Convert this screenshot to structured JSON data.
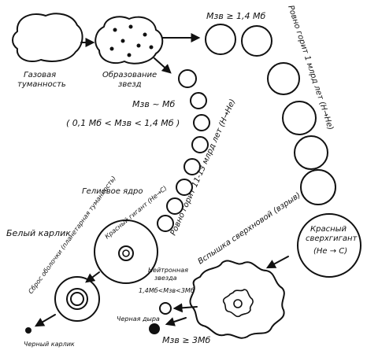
{
  "labels": {
    "gas_nebula_line1": "Газовая",
    "gas_nebula_line2": "туманность",
    "star_formation_line1": "Образование",
    "star_formation_line2": "звезд",
    "mass_high": "Mзв ≥ 1,4 Mб",
    "mass_sun": "Mзв ~ Mб",
    "mass_range": "( 0,1 Mб < Mзв < 1,4 Mб )",
    "right_path": "Ровно горит 1 млрд лет (H→He)",
    "left_path": "Ровно горит 11-13 млрд лет (H→He)",
    "helium_core": "Гелиевое ядро",
    "red_giant": "Красный гигант (He→C)",
    "red_supergiant_line1": "Красный",
    "red_supergiant_line2": "сверхгигант",
    "red_supergiant_line3": "(He → C)",
    "supernova": "Вспышка сверхновой (взрыв)",
    "white_dwarf": "Белый карлик",
    "shell_ejection": "Сброс оболочки (планетарная туманность)",
    "neutron_star_line1": "Нейтронная",
    "neutron_star_line2": "звезда",
    "neutron_mass": "1,4Mб<Mзв<3Mб",
    "black_hole": "Черная дыра",
    "black_hole_mass": "Mзв ≥ 3Mб",
    "black_dwarf": "Черный карлик"
  }
}
